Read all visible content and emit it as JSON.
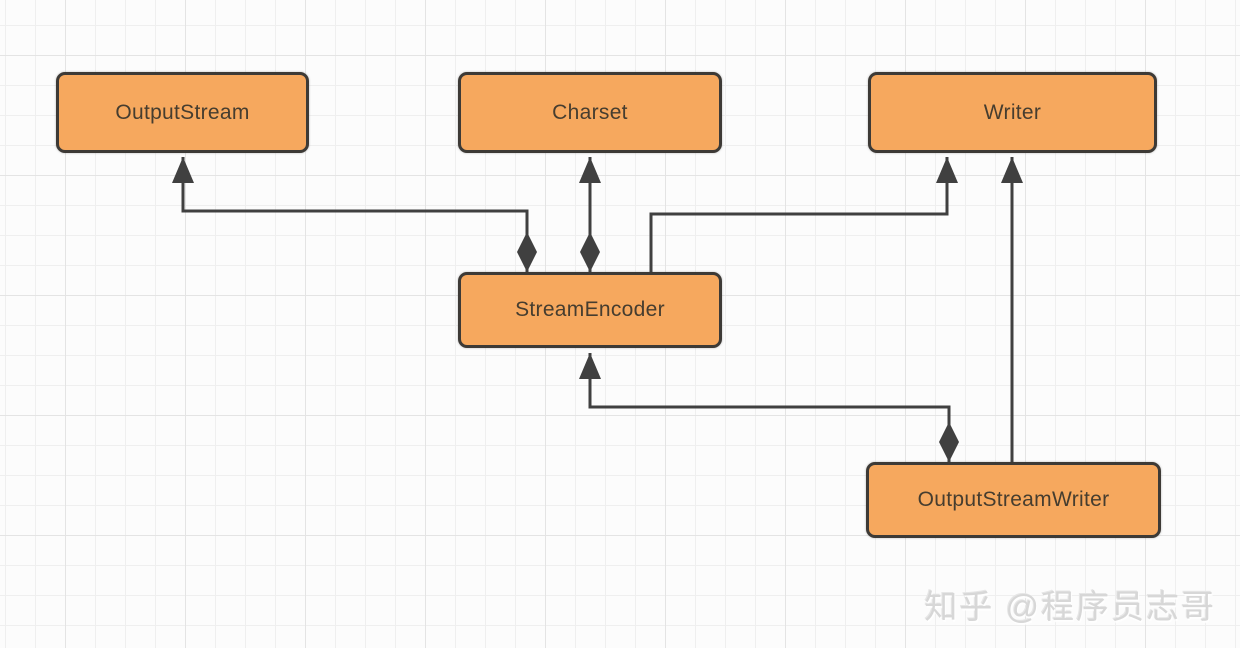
{
  "diagram": {
    "nodes": [
      {
        "id": "outputstream",
        "label": "OutputStream"
      },
      {
        "id": "charset",
        "label": "Charset"
      },
      {
        "id": "writer",
        "label": "Writer"
      },
      {
        "id": "streamencoder",
        "label": "StreamEncoder"
      },
      {
        "id": "outputstreamwriter",
        "label": "OutputStreamWriter"
      }
    ],
    "edges": [
      {
        "from": "StreamEncoder",
        "to": "OutputStream",
        "tail": "diamond",
        "head": "arrow"
      },
      {
        "from": "StreamEncoder",
        "to": "Charset",
        "tail": "diamond",
        "head": "arrow"
      },
      {
        "from": "StreamEncoder",
        "to": "Writer",
        "tail": "none",
        "head": "arrow"
      },
      {
        "from": "OutputStreamWriter",
        "to": "StreamEncoder",
        "tail": "diamond",
        "head": "arrow"
      },
      {
        "from": "OutputStreamWriter",
        "to": "Writer",
        "tail": "none",
        "head": "arrow"
      }
    ]
  },
  "watermark": {
    "text": "知乎 @程序员志哥"
  },
  "colors": {
    "canvas_bg": "#fcfcfc",
    "grid_minor": "#efefef",
    "grid_major": "#e4e4e4",
    "node_fill": "#f6a85e",
    "node_border": "#3d3a36",
    "node_text": "#463d2f",
    "connector": "#404040",
    "watermark": "#d7d7d7"
  }
}
